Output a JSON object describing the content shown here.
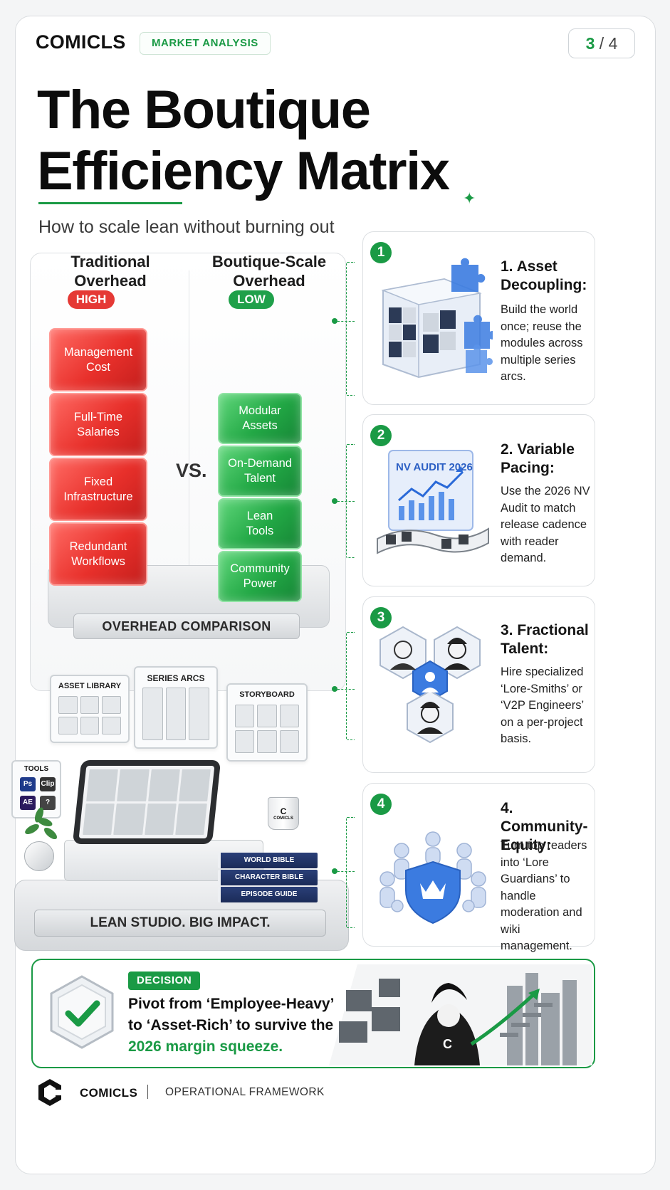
{
  "header": {
    "brand": "COMICLS",
    "category": "MARKET ANALYSIS",
    "page_current": "3",
    "page_sep": " / ",
    "page_total": "4"
  },
  "hero": {
    "title_line1": "The Boutique",
    "title_line2": "Efficiency Matrix",
    "subtitle": "How to scale lean without burning out"
  },
  "comparison": {
    "left_heading_1": "Traditional",
    "left_heading_2": "Overhead",
    "left_level": "HIGH",
    "right_heading_1": "Boutique-Scale",
    "right_heading_2": "Overhead",
    "right_level": "LOW",
    "vs": "VS.",
    "left_blocks": [
      {
        "l1": "Management",
        "l2": "Cost"
      },
      {
        "l1": "Full-Time",
        "l2": "Salaries"
      },
      {
        "l1": "Fixed",
        "l2": "Infrastructure"
      },
      {
        "l1": "Redundant",
        "l2": "Workflows"
      }
    ],
    "right_blocks": [
      {
        "l1": "Modular",
        "l2": "Assets"
      },
      {
        "l1": "On-Demand",
        "l2": "Talent"
      },
      {
        "l1": "Lean",
        "l2": "Tools"
      },
      {
        "l1": "Community",
        "l2": "Power"
      }
    ],
    "base_label": "OVERHEAD COMPARISON"
  },
  "studio": {
    "boards": [
      "ASSET LIBRARY",
      "SERIES ARCS",
      "STORYBOARD"
    ],
    "tools_label": "TOOLS",
    "tools": [
      "Ps",
      "Clip",
      "AE",
      "?"
    ],
    "mug_label": "COMICLS",
    "mug_glyph": "C",
    "books": [
      "WORLD BIBLE",
      "CHARACTER BIBLE",
      "EPISODE GUIDE"
    ],
    "platform_label": "LEAN STUDIO. BIG IMPACT."
  },
  "steps": [
    {
      "num": "1",
      "title_1": "1. Asset",
      "title_2": "Decoupling:",
      "body": "Build the world once; reuse the modules across multiple series arcs."
    },
    {
      "num": "2",
      "title_1": "2. Variable",
      "title_2": "Pacing:",
      "body": "Use the 2026 NV Audit to match release cadence with reader demand.",
      "art_label": "NV AUDIT 2026"
    },
    {
      "num": "3",
      "title_1": "3. Fractional",
      "title_2": "Talent:",
      "body": "Hire specialized ‘Lore-Smiths’ or ‘V2P Engineers’ on a per-project basis."
    },
    {
      "num": "4",
      "title_1": "4. Community-",
      "title_2": "Equity:",
      "body": "Turn top readers into ‘Lore Guardians’ to handle moderation and wiki management."
    }
  ],
  "decision": {
    "tag": "DECISION",
    "text_1": "Pivot from ‘Employee-Heavy’ to ‘Asset-Rich’ to survive the",
    "text_2": "2026 margin squeeze.",
    "hoodie_glyph": "C"
  },
  "footer": {
    "brand": "COMICLS",
    "text": "OPERATIONAL FRAMEWORK"
  },
  "colors": {
    "accent_green": "#1a9a45",
    "high_red": "#e53935",
    "step_blue": "#3b7be0"
  }
}
